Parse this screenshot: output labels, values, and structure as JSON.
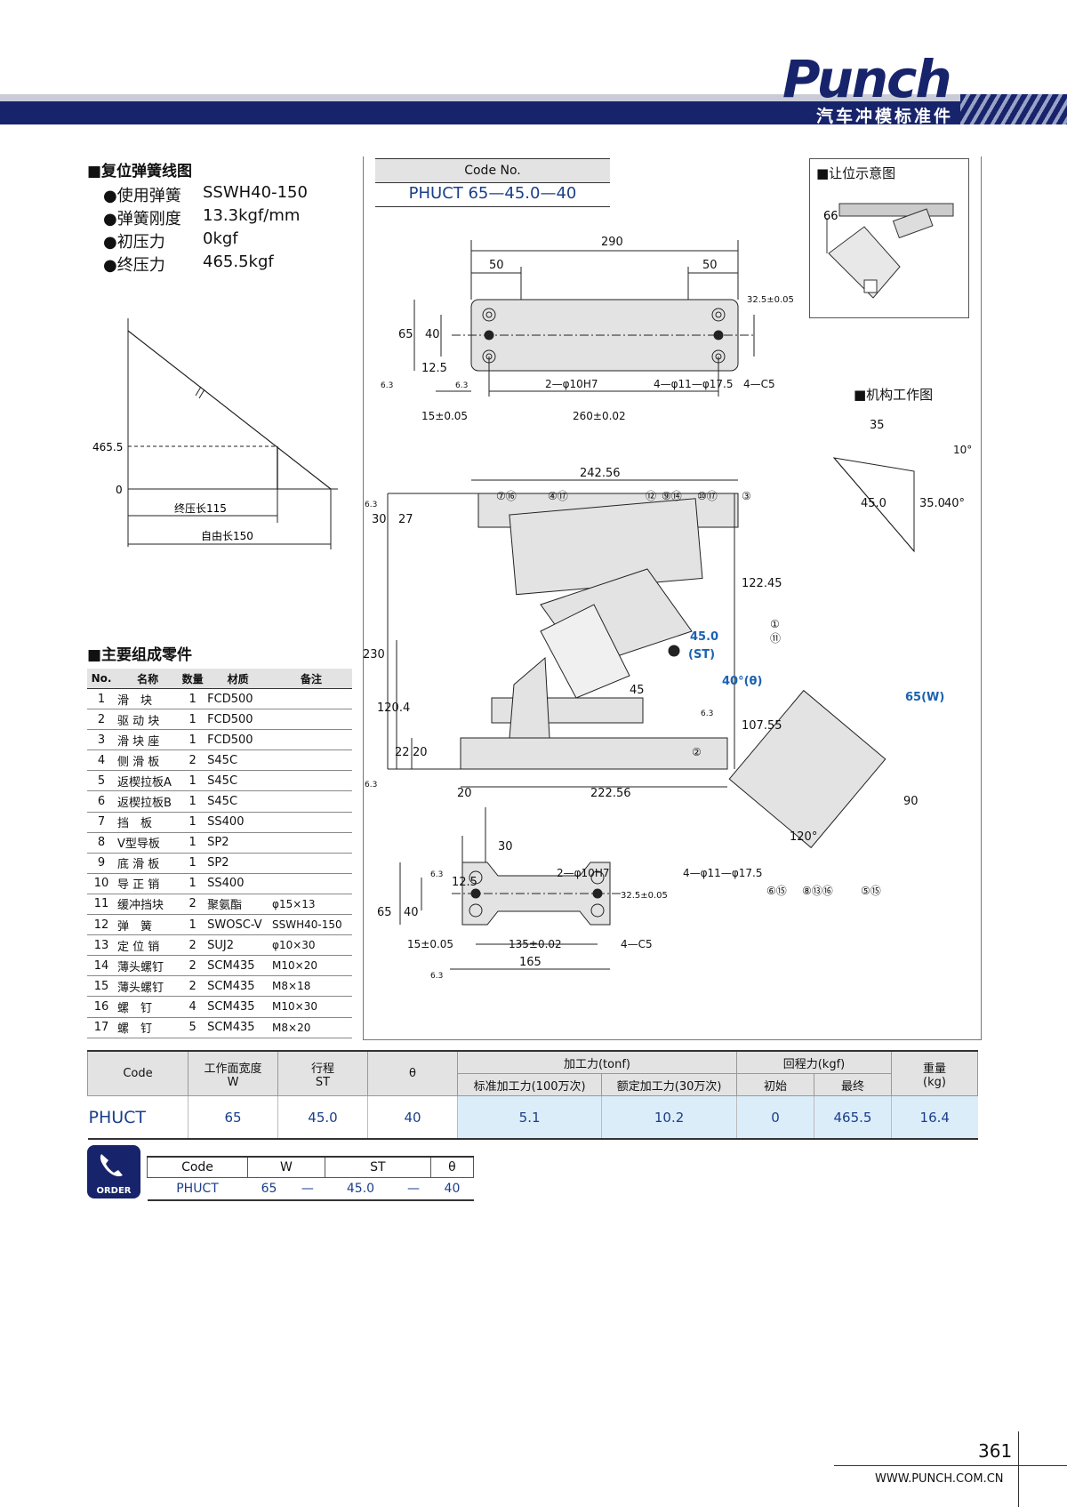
{
  "header": {
    "logo": "Punch",
    "subtitle": "汽车冲模标准件"
  },
  "spring": {
    "title": "■复位弹簧线图",
    "specs": [
      {
        "label": "●使用弹簧",
        "value": "SSWH40-150"
      },
      {
        "label": "●弹簧刚度",
        "value": "13.3kgf/mm"
      },
      {
        "label": "●初压力",
        "value": "0kgf"
      },
      {
        "label": "●终压力",
        "value": "465.5kgf"
      }
    ],
    "graph": {
      "y_label_top": "465.5",
      "y_label_zero": "0",
      "final_len": "终压长115",
      "free_len": "自由长150"
    }
  },
  "parts": {
    "title": "■主要组成零件",
    "headers": [
      "No.",
      "名称",
      "数量",
      "材质",
      "备注"
    ],
    "rows": [
      [
        "1",
        "滑　块",
        "1",
        "FCD500",
        ""
      ],
      [
        "2",
        "驱 动 块",
        "1",
        "FCD500",
        ""
      ],
      [
        "3",
        "滑 块 座",
        "1",
        "FCD500",
        ""
      ],
      [
        "4",
        "侧 滑 板",
        "2",
        "S45C",
        ""
      ],
      [
        "5",
        "返楔拉板A",
        "1",
        "S45C",
        ""
      ],
      [
        "6",
        "返楔拉板B",
        "1",
        "S45C",
        ""
      ],
      [
        "7",
        "挡　板",
        "1",
        "SS400",
        ""
      ],
      [
        "8",
        "V型导板",
        "1",
        "SP2",
        ""
      ],
      [
        "9",
        "底 滑 板",
        "1",
        "SP2",
        ""
      ],
      [
        "10",
        "导 正 销",
        "1",
        "SS400",
        ""
      ],
      [
        "11",
        "缓冲挡块",
        "2",
        "聚氨酯",
        "φ15×13"
      ],
      [
        "12",
        "弹　簧",
        "1",
        "SWOSC-V",
        "SSWH40-150"
      ],
      [
        "13",
        "定 位 销",
        "2",
        "SUJ2",
        "φ10×30"
      ],
      [
        "14",
        "薄头螺钉",
        "2",
        "SCM435",
        "M10×20"
      ],
      [
        "15",
        "薄头螺钉",
        "2",
        "SCM435",
        "M8×18"
      ],
      [
        "16",
        "螺　钉",
        "4",
        "SCM435",
        "M10×30"
      ],
      [
        "17",
        "螺　钉",
        "5",
        "SCM435",
        "M8×20"
      ]
    ]
  },
  "drawing": {
    "code_label": "Code No.",
    "code_value": "PHUCT 65—45.0—40",
    "clearance_title": "■让位示意图",
    "mech_title": "■机构工作图",
    "dims_top": [
      "290",
      "50",
      "50",
      "65",
      "40",
      "12.5",
      "32.5±0.05",
      "2—φ10H7",
      "4—φ11—φ17.5",
      "4—C5",
      "15±0.05",
      "260±0.02",
      "6.3",
      "6.3"
    ],
    "dims_mid": [
      "242.56",
      "30",
      "27",
      "230",
      "120.4",
      "22",
      "20",
      "20",
      "222.56",
      "122.45",
      "107.55",
      "45.0",
      "(ST)",
      "45",
      "40°(θ)",
      "6.3",
      "6.3",
      "6.3"
    ],
    "dims_bottom": [
      "30",
      "12.5",
      "2—φ10H7",
      "4—φ11—φ17.5",
      "65",
      "40",
      "32.5±0.05",
      "15±0.05",
      "135±0.02",
      "4—C5",
      "165",
      "6.3",
      "6.3"
    ],
    "mech_dims": [
      "35",
      "45.0",
      "35.0",
      "10°",
      "40°"
    ],
    "side_dims": [
      "65(W)",
      "90",
      "120°"
    ],
    "clearance_dim": "66",
    "balloons_top": [
      "⑦⑯",
      "④⑰",
      "⑫",
      "⑨⑭",
      "⑩⑰",
      "③"
    ],
    "balloons_right": [
      "①",
      "⑪",
      "②"
    ],
    "balloons_bottom": [
      "⑥⑮",
      "⑧⑬⑯",
      "⑤⑮"
    ]
  },
  "spec_table": {
    "h_code": "Code",
    "h_w": "工作面宽度",
    "h_w2": "W",
    "h_st": "行程",
    "h_st2": "ST",
    "h_theta": "θ",
    "h_force": "加工力(tonf)",
    "h_force_std": "标准加工力(100万次)",
    "h_force_rated": "额定加工力(30万次)",
    "h_return": "回程力(kgf)",
    "h_return_init": "初始",
    "h_return_final": "最终",
    "h_weight": "重量",
    "h_weight2": "(kg)",
    "row": {
      "code": "PHUCT",
      "w": "65",
      "st": "45.0",
      "theta": "40",
      "std": "5.1",
      "rated": "10.2",
      "init": "0",
      "final": "465.5",
      "weight": "16.4"
    }
  },
  "order": {
    "badge": "ORDER",
    "headers": [
      "Code",
      "W",
      "ST",
      "θ"
    ],
    "values": [
      "PHUCT",
      "65",
      "—",
      "45.0",
      "—",
      "40"
    ]
  },
  "footer": {
    "page": "361",
    "url": "WWW.PUNCH.COM.CN"
  }
}
